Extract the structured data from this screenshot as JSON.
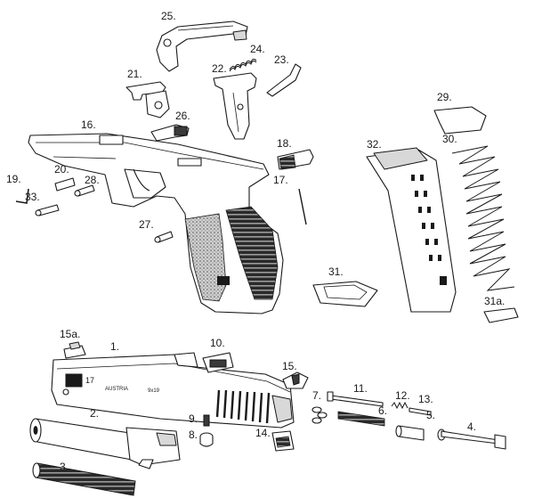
{
  "labels": {
    "p1": "1.",
    "p2": "2.",
    "p3": "3.",
    "p4": "4.",
    "p5": "5.",
    "p6": "6.",
    "p7": "7.",
    "p8": "8.",
    "p9": "9.",
    "p10": "10.",
    "p11": "11.",
    "p12": "12.",
    "p13": "13.",
    "p14": "14.",
    "p15": "15.",
    "p15a": "15a.",
    "p16": "16.",
    "p17": "17.",
    "p18": "18.",
    "p19": "19.",
    "p20": "20.",
    "p21": "21.",
    "p22": "22.",
    "p23": "23.",
    "p24": "24.",
    "p25": "25.",
    "p26": "26.",
    "p27": "27.",
    "p28": "28.",
    "p29": "29.",
    "p30": "30.",
    "p31": "31.",
    "p31a": "31a.",
    "p32": "32.",
    "p33": "33."
  },
  "slide_markings": {
    "model": "17",
    "origin": "AUSTRIA",
    "caliber": "9x19"
  }
}
